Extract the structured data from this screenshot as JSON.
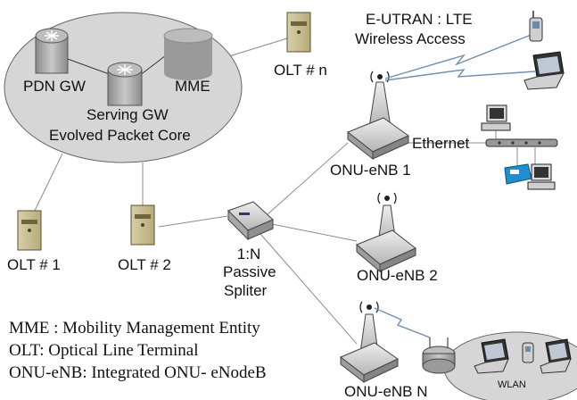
{
  "epc": {
    "pdn_gw": "PDN GW",
    "mme": "MME",
    "serving_gw": "Serving GW",
    "title": "Evolved Packet Core"
  },
  "olt": {
    "n": "OLT # n",
    "one": "OLT # 1",
    "two": "OLT # 2"
  },
  "wireless": {
    "line1": "E-UTRAN : LTE",
    "line2": "Wireless Access"
  },
  "onu": {
    "enb1": "ONU-eNB 1",
    "enb2": "ONU-eNB 2",
    "enbN": "ONU-eNB N"
  },
  "ethernet": "Ethernet",
  "splitter": {
    "ratio": "1:N",
    "line1": "Passive",
    "line2": "Spliter"
  },
  "wlan": "WLAN",
  "legend": {
    "mme": "MME : Mobility Management Entity",
    "olt": "OLT: Optical Line Terminal",
    "onu": "ONU-eNB: Integrated ONU- eNodeB"
  },
  "colors": {
    "cloud": "#d6d6d6",
    "device": "#c8c8c8",
    "phone": "#1e8fd0"
  }
}
